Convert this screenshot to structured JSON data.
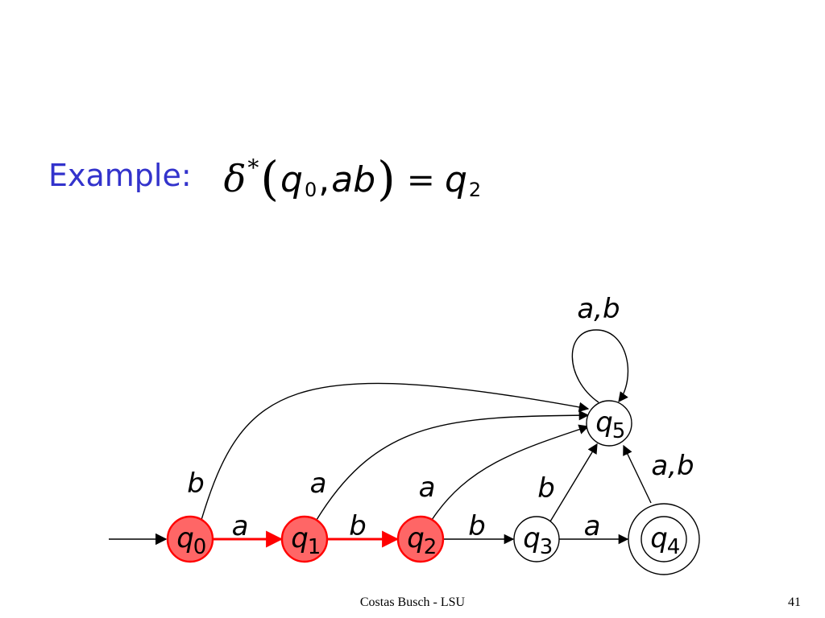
{
  "slide": {
    "example_label": "Example:",
    "formula": {
      "func": "δ",
      "star": "*",
      "open_paren": "(",
      "state_letter": "q",
      "state_sub": "0",
      "comma": ",",
      "input": "ab",
      "close_paren": ")",
      "equals": "=",
      "result_letter": "q",
      "result_sub": "2"
    },
    "footer_text": "Costas Busch - LSU",
    "page_number": "41"
  },
  "diagram": {
    "highlight_color": "#ff0000",
    "highlight_fill": "#ff6666",
    "states": [
      {
        "id": "q0",
        "letter": "q",
        "sub": "0",
        "highlighted": true,
        "accepting": false,
        "initial": true
      },
      {
        "id": "q1",
        "letter": "q",
        "sub": "1",
        "highlighted": true,
        "accepting": false,
        "initial": false
      },
      {
        "id": "q2",
        "letter": "q",
        "sub": "2",
        "highlighted": true,
        "accepting": false,
        "initial": false
      },
      {
        "id": "q3",
        "letter": "q",
        "sub": "3",
        "highlighted": false,
        "accepting": false,
        "initial": false
      },
      {
        "id": "q4",
        "letter": "q",
        "sub": "4",
        "highlighted": false,
        "accepting": true,
        "initial": false
      },
      {
        "id": "q5",
        "letter": "q",
        "sub": "5",
        "highlighted": false,
        "accepting": false,
        "initial": false
      }
    ],
    "transitions": [
      {
        "from": "q0",
        "to": "q1",
        "label": "a",
        "highlighted": true
      },
      {
        "from": "q1",
        "to": "q2",
        "label": "b",
        "highlighted": true
      },
      {
        "from": "q2",
        "to": "q3",
        "label": "b",
        "highlighted": false
      },
      {
        "from": "q3",
        "to": "q4",
        "label": "a",
        "highlighted": false
      },
      {
        "from": "q0",
        "to": "q5",
        "label": "b",
        "highlighted": false
      },
      {
        "from": "q1",
        "to": "q5",
        "label": "a",
        "highlighted": false
      },
      {
        "from": "q2",
        "to": "q5",
        "label": "a",
        "highlighted": false
      },
      {
        "from": "q3",
        "to": "q5",
        "label": "b",
        "highlighted": false
      },
      {
        "from": "q4",
        "to": "q5",
        "label": "a,b",
        "highlighted": false
      },
      {
        "from": "q5",
        "to": "q5",
        "label": "a,b",
        "highlighted": false
      }
    ]
  }
}
